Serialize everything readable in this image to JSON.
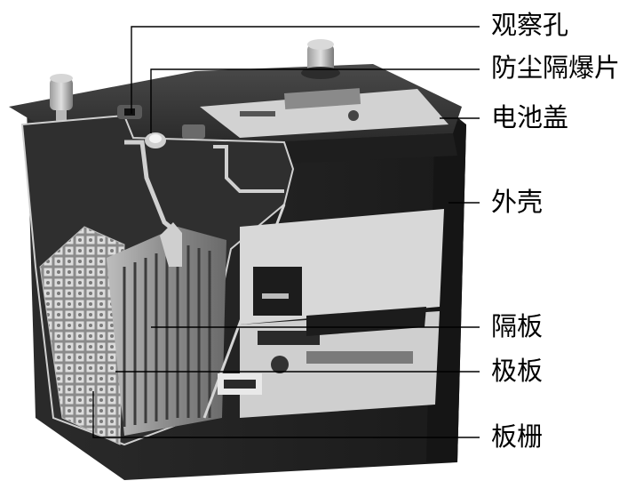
{
  "figure": {
    "callouts": [
      {
        "id": "observation-hole",
        "text": "观察孔"
      },
      {
        "id": "dust-explosion-vent",
        "text": "防尘隔爆片"
      },
      {
        "id": "battery-cover",
        "text": "电池盖"
      },
      {
        "id": "outer-case",
        "text": "外壳"
      },
      {
        "id": "separator",
        "text": "隔板"
      },
      {
        "id": "electrode-plate",
        "text": "极板"
      },
      {
        "id": "plate-grid",
        "text": "板栅"
      }
    ],
    "colors": {
      "case_dark": "#1f1f1f",
      "case_mid": "#3a3a3a",
      "label_panel": "#d8d8d8",
      "cell_grey": "#9a9a9a",
      "leader_line": "#000000"
    }
  }
}
